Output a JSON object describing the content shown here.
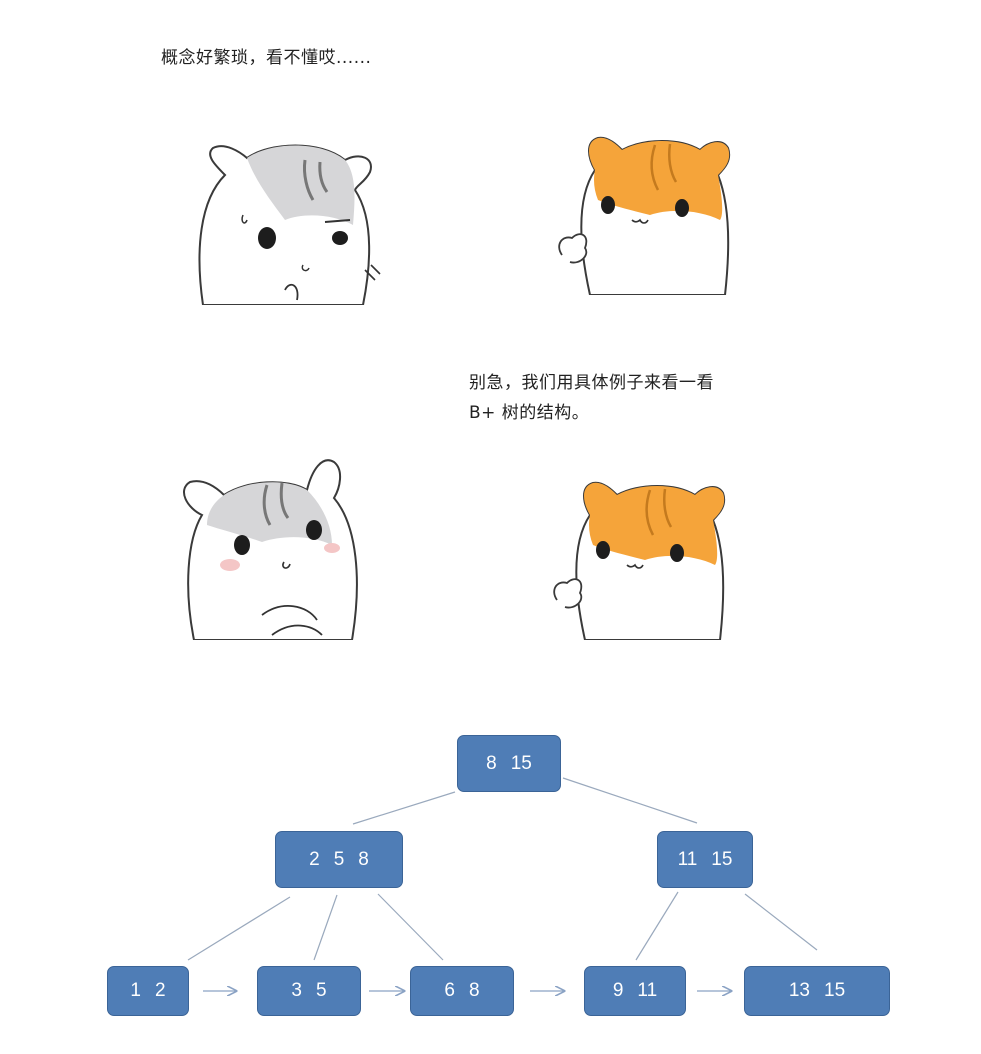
{
  "captions": {
    "line1": "概念好繁琐，看不懂哎......",
    "line2a": "别急，我们用具体例子来看一看",
    "line2b": "B+ 树的结构。"
  },
  "tree": {
    "root": [
      "8",
      "15"
    ],
    "internal_left": [
      "2",
      "5",
      "8"
    ],
    "internal_right": [
      "11",
      "15"
    ],
    "leaves": [
      [
        "1",
        "2"
      ],
      [
        "3",
        "5"
      ],
      [
        "6",
        "8"
      ],
      [
        "9",
        "11"
      ],
      [
        "13",
        "15"
      ]
    ]
  },
  "colors": {
    "node_fill": "#4f7db6",
    "node_border": "#3b6497",
    "edge": "#9aa9bd",
    "gray_hamster": "#d6d6d8",
    "orange_hamster": "#f5a43a"
  },
  "illustrations": [
    "gray-hamster-confused",
    "orange-hamster-pointing",
    "gray-hamster-thinking",
    "orange-hamster-pointing"
  ]
}
